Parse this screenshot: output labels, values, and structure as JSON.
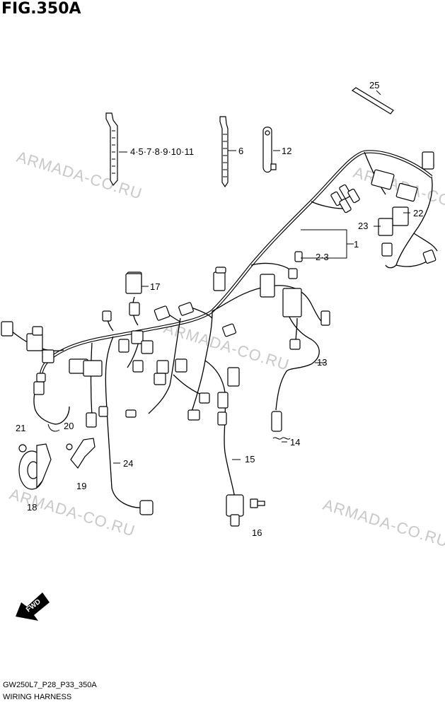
{
  "figure": {
    "title": "FIG.350A"
  },
  "footer": {
    "code": "GW250L7_P28_P33_350A",
    "name": "WIRING HARNESS"
  },
  "watermark": {
    "text": "ARMADA-CO.RU",
    "color": "#c8c8c8"
  },
  "fwd_label": "FWD",
  "part_labels": [
    {
      "id": "p1",
      "text": "1"
    },
    {
      "id": "p2",
      "text": "2·3"
    },
    {
      "id": "p4",
      "text": "4·5·7·8·9·10·11"
    },
    {
      "id": "p6",
      "text": "6"
    },
    {
      "id": "p12",
      "text": "12"
    },
    {
      "id": "p13",
      "text": "13"
    },
    {
      "id": "p14",
      "text": "14"
    },
    {
      "id": "p15",
      "text": "15"
    },
    {
      "id": "p16",
      "text": "16"
    },
    {
      "id": "p17",
      "text": "17"
    },
    {
      "id": "p18",
      "text": "18"
    },
    {
      "id": "p19",
      "text": "19"
    },
    {
      "id": "p20",
      "text": "20"
    },
    {
      "id": "p21",
      "text": "21"
    },
    {
      "id": "p22",
      "text": "22"
    },
    {
      "id": "p23",
      "text": "23"
    },
    {
      "id": "p24",
      "text": "24"
    },
    {
      "id": "p25",
      "text": "25"
    }
  ]
}
